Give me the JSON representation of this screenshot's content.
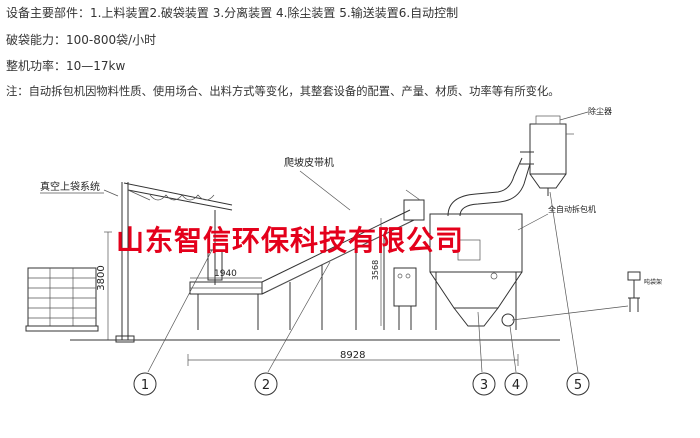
{
  "specs": {
    "line1": "设备主要部件：1.上料装置2.破袋装置 3.分离装置 4.除尘装置 5.输送装置6.自动控制",
    "line2": "破袋能力：100-800袋/小时",
    "line3": "整机功率：10—17kw",
    "line4": "注：自动拆包机因物料性质、使用场合、出料方式等变化，其整套设备的配置、产量、材质、功率等有所变化。"
  },
  "drawing": {
    "label_vacuum": "真空上袋系统",
    "label_conveyor": "爬坡皮带机",
    "label_dust": "除尘器",
    "label_unpacker": "全自动拆包机",
    "label_dim_height": "3800",
    "label_dim_hopper": "1940",
    "label_dim_total": "8928",
    "label_dim_unpacker_height": "3568",
    "label_bag": "吨袋架",
    "banner": "山东智信环保科技有限公司",
    "callouts": [
      "1",
      "2",
      "3",
      "4",
      "5"
    ]
  },
  "colors": {
    "banner": "#e4001b",
    "lines": "#333333"
  }
}
